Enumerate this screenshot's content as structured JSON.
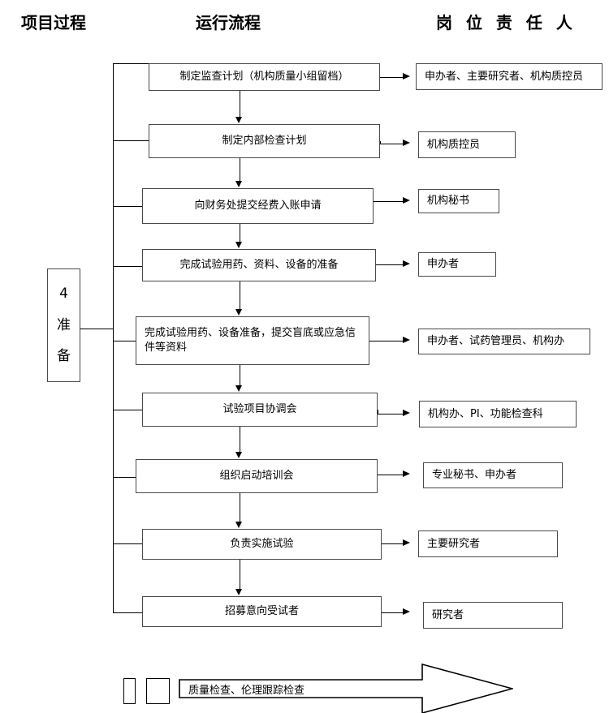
{
  "headers": {
    "process": "项目过程",
    "flow": "运行流程",
    "owner": "岗 位 责 任 人"
  },
  "stage": {
    "number": "4",
    "char1": "准",
    "char2": "备"
  },
  "steps": [
    {
      "flow": "制定监查计划（机构质量小组留档）",
      "owner": "申办者、主要研究者、机构质控员"
    },
    {
      "flow": "制定内部检查计划",
      "owner": "机构质控员"
    },
    {
      "flow": "向财务处提交经费入账申请",
      "owner": "机构秘书"
    },
    {
      "flow": "完成试验用药、资料、设备的准备",
      "owner": "申办者"
    },
    {
      "flow": "完成试验用药、设备准备，提交盲底或应急信件等资料",
      "owner": "申办者、试药管理员、机构办"
    },
    {
      "flow": "试验项目协调会",
      "owner": "机构办、PI、功能检查科"
    },
    {
      "flow": "组织启动培训会",
      "owner": "专业秘书、申办者"
    },
    {
      "flow": "负责实施试验",
      "owner": "主要研究者"
    },
    {
      "flow": "招募意向受试者",
      "owner": "研究者"
    }
  ],
  "banner": {
    "text": "质量检查、伦理跟踪检查"
  },
  "colors": {
    "line": "#000000",
    "box_border": "#4a4a4a",
    "background": "#ffffff",
    "text": "#000000"
  }
}
